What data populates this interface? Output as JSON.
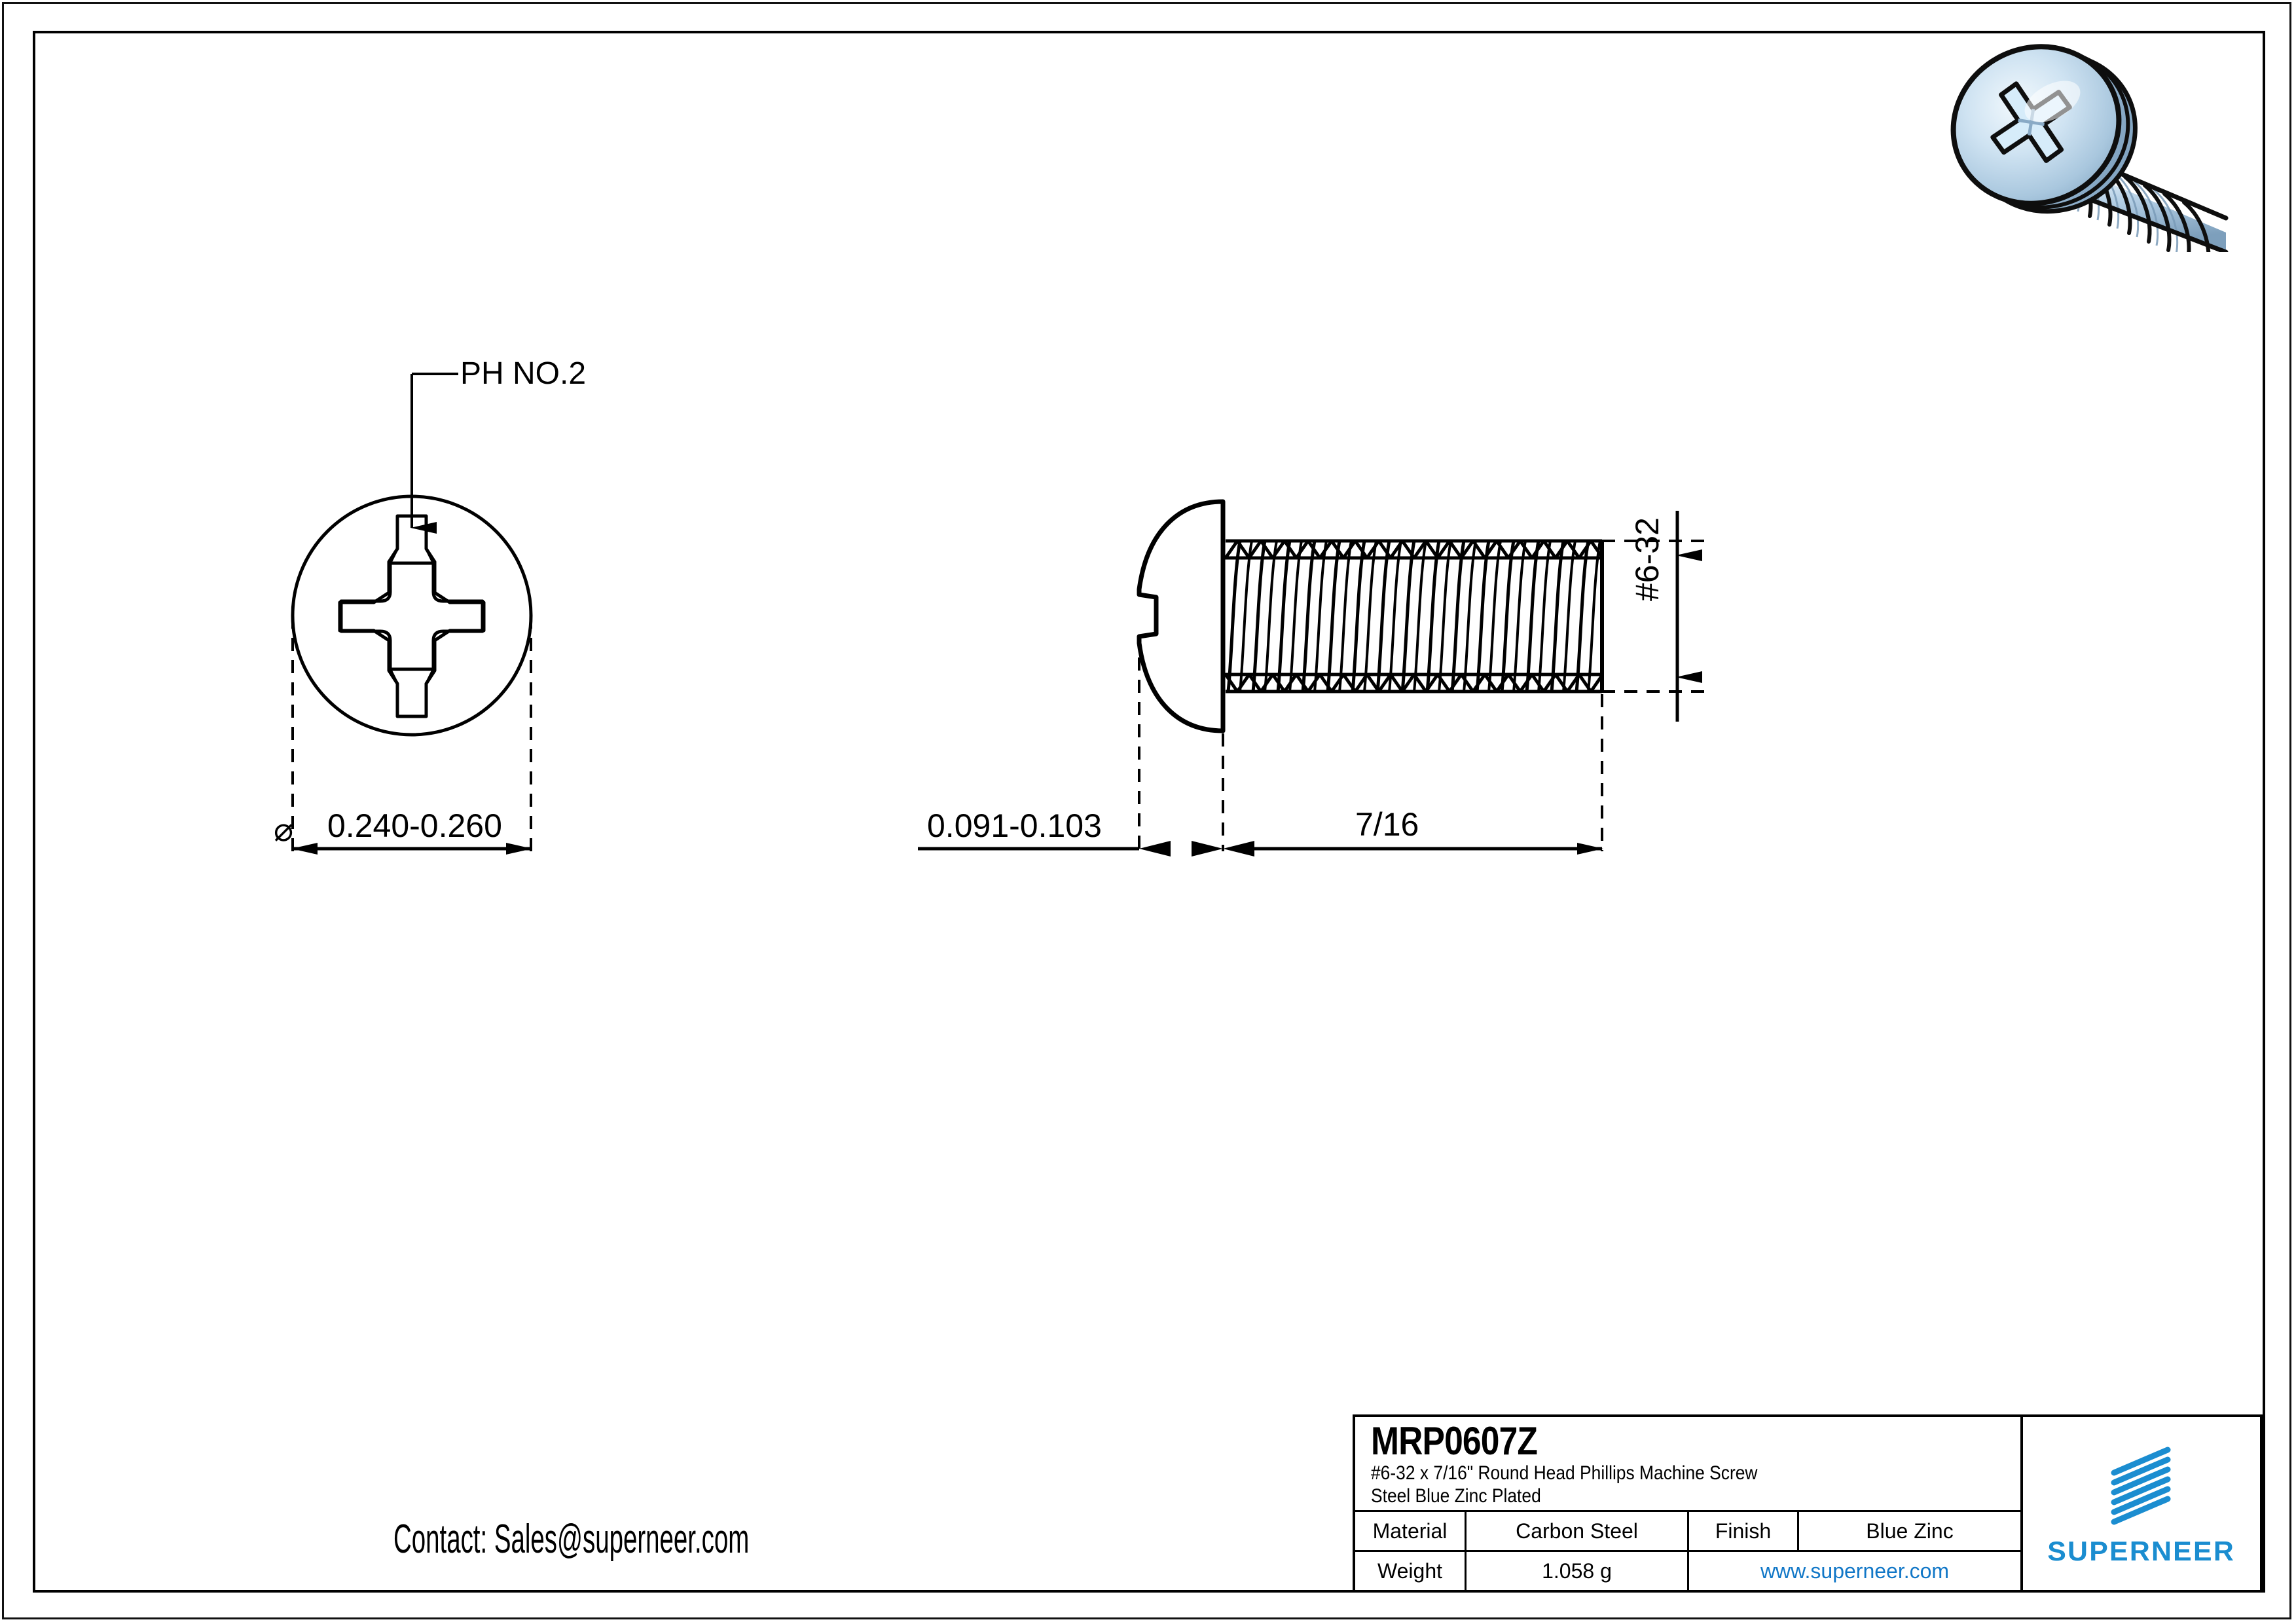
{
  "sheet": {
    "background": "#ffffff",
    "border_color": "#000000"
  },
  "drawing": {
    "top_view": {
      "name": "head-top-view",
      "callout": {
        "label": "PH NO.2",
        "leader": "arrow down to phillips recess"
      },
      "diameter_dimension": {
        "symbol": "⌀",
        "value": "0.240-0.260"
      }
    },
    "side_view": {
      "name": "screw-side-view",
      "head_height_dimension": "0.091-0.103",
      "shaft_length_dimension": "7/16",
      "thread_dimension": "#6-32"
    }
  },
  "render_3d": {
    "name": "screw-3d-render",
    "alt": "Blue zinc plated round head phillips machine screw",
    "colors": {
      "highlight": "#eaf4fb",
      "mid": "#b9d3e8",
      "shadow": "#8fb1cc",
      "outline": "#111111"
    }
  },
  "contact": {
    "text": "Contact: Sales@superneer.com"
  },
  "title_block": {
    "sku": "MRP0607Z",
    "description_line1": "#6-32 x 7/16\" Round Head Phillips Machine Screw",
    "description_line2": "Steel Blue Zinc Plated",
    "rows": [
      {
        "label": "Material",
        "value": "Carbon Steel",
        "label2": "Finish",
        "value2": "Blue Zinc"
      },
      {
        "label": "Weight",
        "value": "1.058 g",
        "link": "www.superneer.com"
      }
    ],
    "brand": {
      "name": "SUPERNEER",
      "color": "#1b8dd0"
    }
  }
}
